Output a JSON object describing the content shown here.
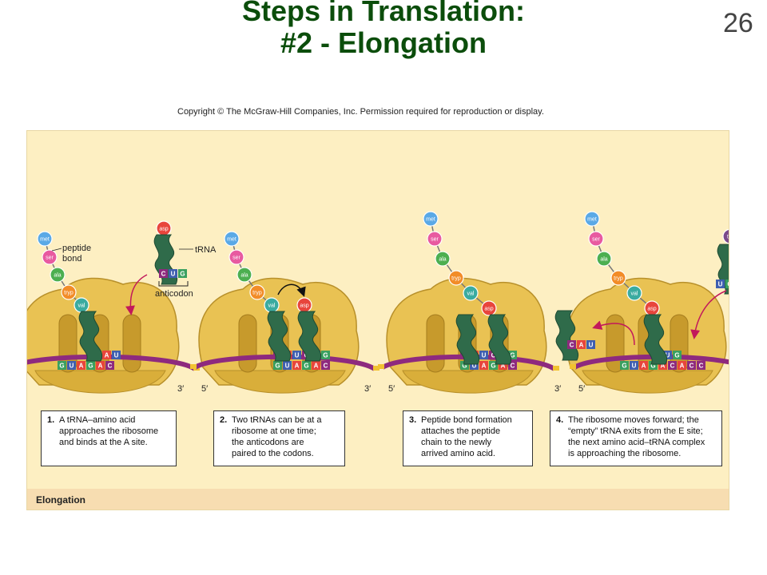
{
  "slide": {
    "title_line1": "Steps in Translation:",
    "title_line2": "#2 - Elongation",
    "number": "26",
    "copyright": "Copyright © The McGraw-Hill Companies, Inc. Permission required for reproduction or display."
  },
  "figure": {
    "bottom_label": "Elongation",
    "labels": {
      "peptide_bond": [
        "peptide",
        "bond"
      ],
      "trna": "tRNA",
      "anticodon": "anticodon",
      "five_prime": "5′",
      "three_prime": "3′"
    },
    "amino_acids": {
      "met": "met",
      "ser": "ser",
      "ala": "ala",
      "tryp": "tryp",
      "val": "val",
      "asp": "asp",
      "thr": "thr"
    },
    "colors": {
      "met": "#5aa9e6",
      "ser": "#e85aa0",
      "ala": "#4caf50",
      "tryp": "#f28c28",
      "val": "#3aaba0",
      "asp": "#e8453c",
      "thr": "#7a4a8a",
      "ribosome": "#e9c253",
      "mrna": "#8e2a7e",
      "trna": "#2f6b4a",
      "base_c": "#8e2a7e",
      "base_a": "#e8453c",
      "base_u": "#3f5fb0",
      "base_g": "#3aa060"
    },
    "captions": [
      {
        "num": "1.",
        "lines": [
          "A tRNA–amino acid",
          "approaches the ribosome",
          "and binds at the A site."
        ]
      },
      {
        "num": "2.",
        "lines": [
          "Two tRNAs can be at a",
          "ribosome at one time;",
          "the anticodons are",
          "paired to the codons."
        ]
      },
      {
        "num": "3.",
        "lines": [
          "Peptide bond formation",
          "attaches the peptide",
          "chain to the newly",
          "arrived amino acid."
        ]
      },
      {
        "num": "4.",
        "lines": [
          "The ribosome moves forward; the",
          "“empty” tRNA exits from the E site;",
          "the next amino acid–tRNA complex",
          "is approaching the ribosome."
        ]
      }
    ],
    "bases": {
      "c": "C",
      "a": "A",
      "u": "U",
      "g": "G"
    }
  }
}
